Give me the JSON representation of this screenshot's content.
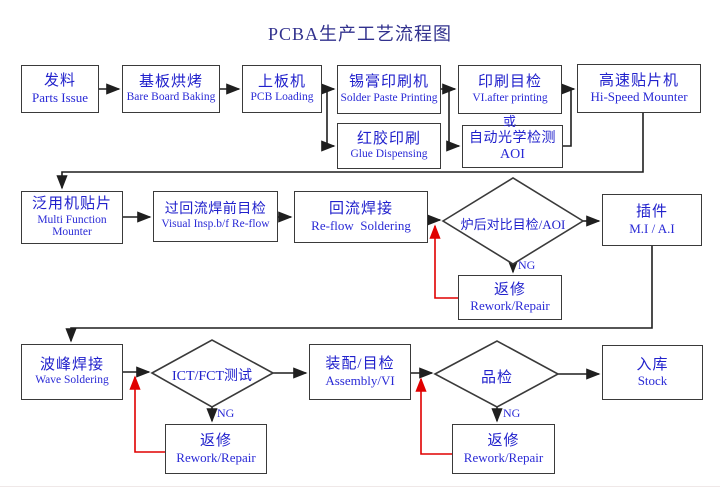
{
  "title": "PCBA生产工艺流程图",
  "labels": {
    "or": "或",
    "ng": "NG"
  },
  "colors": {
    "text_blue": "#2121cc",
    "title_blue": "#32328e",
    "line_black": "#1f1f1f",
    "rework_red": "#e00000",
    "box_border": "#3a3a3a",
    "background": "#ffffff"
  },
  "nodes": {
    "parts_issue": {
      "zh": "发料",
      "en": "Parts Issue"
    },
    "bare_board_baking": {
      "zh": "基板烘烤",
      "en": "Bare Board Baking"
    },
    "pcb_loading": {
      "zh": "上板机",
      "en": "PCB Loading"
    },
    "solder_paste_printing": {
      "zh": "锡膏印刷机",
      "en": "Solder Paste Printing"
    },
    "vi_after_printing": {
      "zh": "印刷目检",
      "en": "VI.after printing"
    },
    "hi_speed_mounter": {
      "zh": "高速贴片机",
      "en": "Hi-Speed Mounter"
    },
    "glue_dispensing": {
      "zh": "红胶印刷",
      "en": "Glue Dispensing"
    },
    "aoi": {
      "zh": "自动光学检测",
      "en": "AOI"
    },
    "multi_function_mounter": {
      "zh": "泛用机贴片",
      "en1": "Multi Function",
      "en2": "Mounter"
    },
    "visual_insp": {
      "zh": "过回流焊前目检",
      "en": "Visual Insp.b/f Re-flow"
    },
    "reflow_soldering": {
      "zh": "回流焊接",
      "en": "Re-flow  Soldering"
    },
    "post_reflow_check": {
      "zh": "炉后对比目检/AOI"
    },
    "mi_ai": {
      "zh": "插件",
      "en": "M.I / A.I"
    },
    "rework1": {
      "zh": "返修",
      "en": "Rework/Repair"
    },
    "wave_soldering": {
      "zh": "波峰焊接",
      "en": "Wave Soldering"
    },
    "ict_fct_test": {
      "zh": "ICT/FCT测试"
    },
    "rework2": {
      "zh": "返修",
      "en": "Rework/Repair"
    },
    "assembly_vi": {
      "zh": "装配/目检",
      "en": "Assembly/VI"
    },
    "quality_check": {
      "zh": "品检"
    },
    "stock": {
      "zh": "入库",
      "en": "Stock"
    },
    "rework3": {
      "zh": "返修",
      "en": "Rework/Repair"
    }
  }
}
